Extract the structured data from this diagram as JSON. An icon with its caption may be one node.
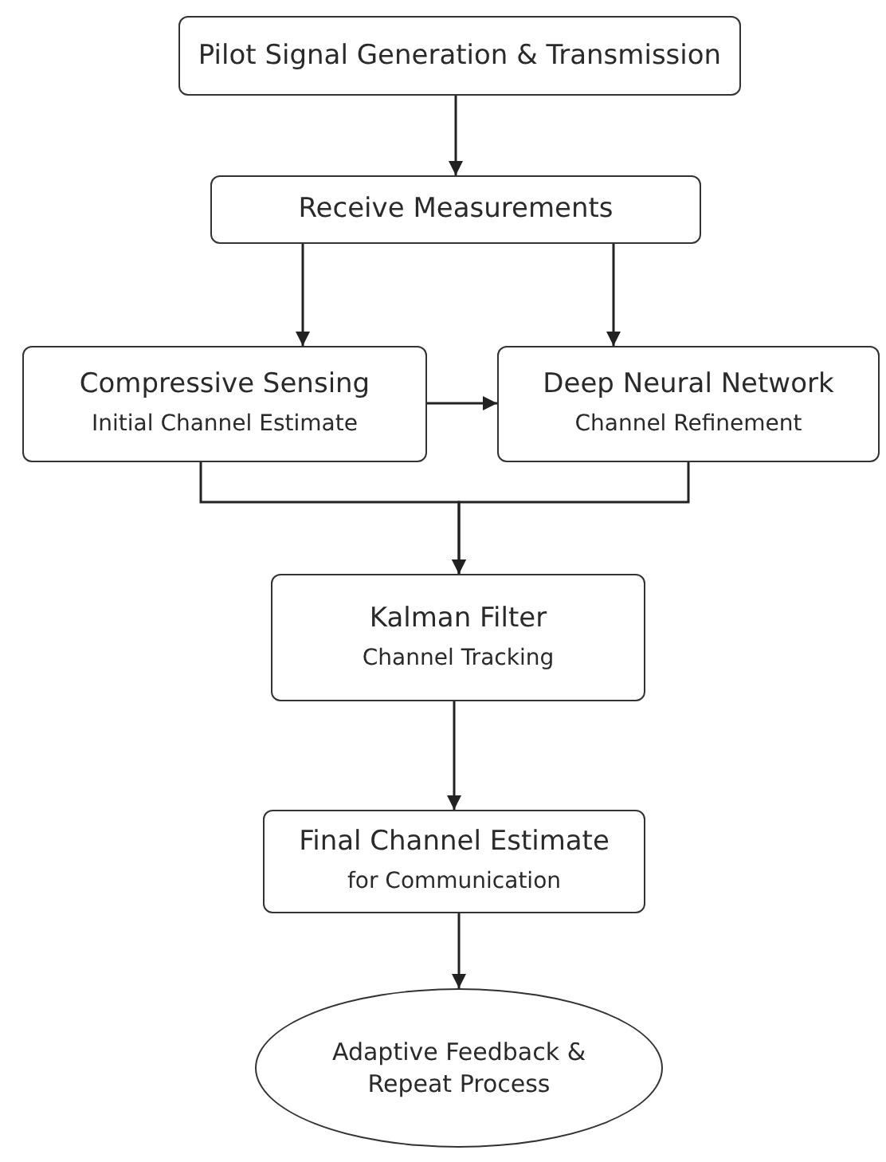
{
  "diagram": {
    "nodes": [
      {
        "text": [
          "Pilot Signal Generation & Transmission"
        ]
      },
      {
        "text": [
          "Receive Measurements"
        ]
      },
      {
        "text": [
          "Compressive Sensing",
          "Initial Channel Estimate"
        ]
      },
      {
        "text": [
          "Deep Neural Network",
          "Channel Refinement"
        ]
      },
      {
        "text": [
          "Kalman Filter",
          "Channel Tracking"
        ]
      },
      {
        "text": [
          "Final Channel Estimate",
          "for Communication"
        ]
      },
      {
        "text": [
          "Adaptive Feedback & Repeat Process"
        ]
      }
    ],
    "edges": [
      {
        "from": 0,
        "to": 1,
        "arrow": "to"
      },
      {
        "from": 1,
        "to": 2,
        "arrow": "to"
      },
      {
        "from": 1,
        "to": 3,
        "arrow": "to"
      },
      {
        "from": 2,
        "to": 3,
        "arrow": "to"
      },
      {
        "from": 2,
        "to": 4,
        "arrow": "to"
      },
      {
        "from": 3,
        "to": 4,
        "arrow": "to"
      },
      {
        "from": 4,
        "to": 5,
        "arrow": "to"
      },
      {
        "from": 5,
        "to": 6,
        "arrow": "to"
      }
    ]
  }
}
